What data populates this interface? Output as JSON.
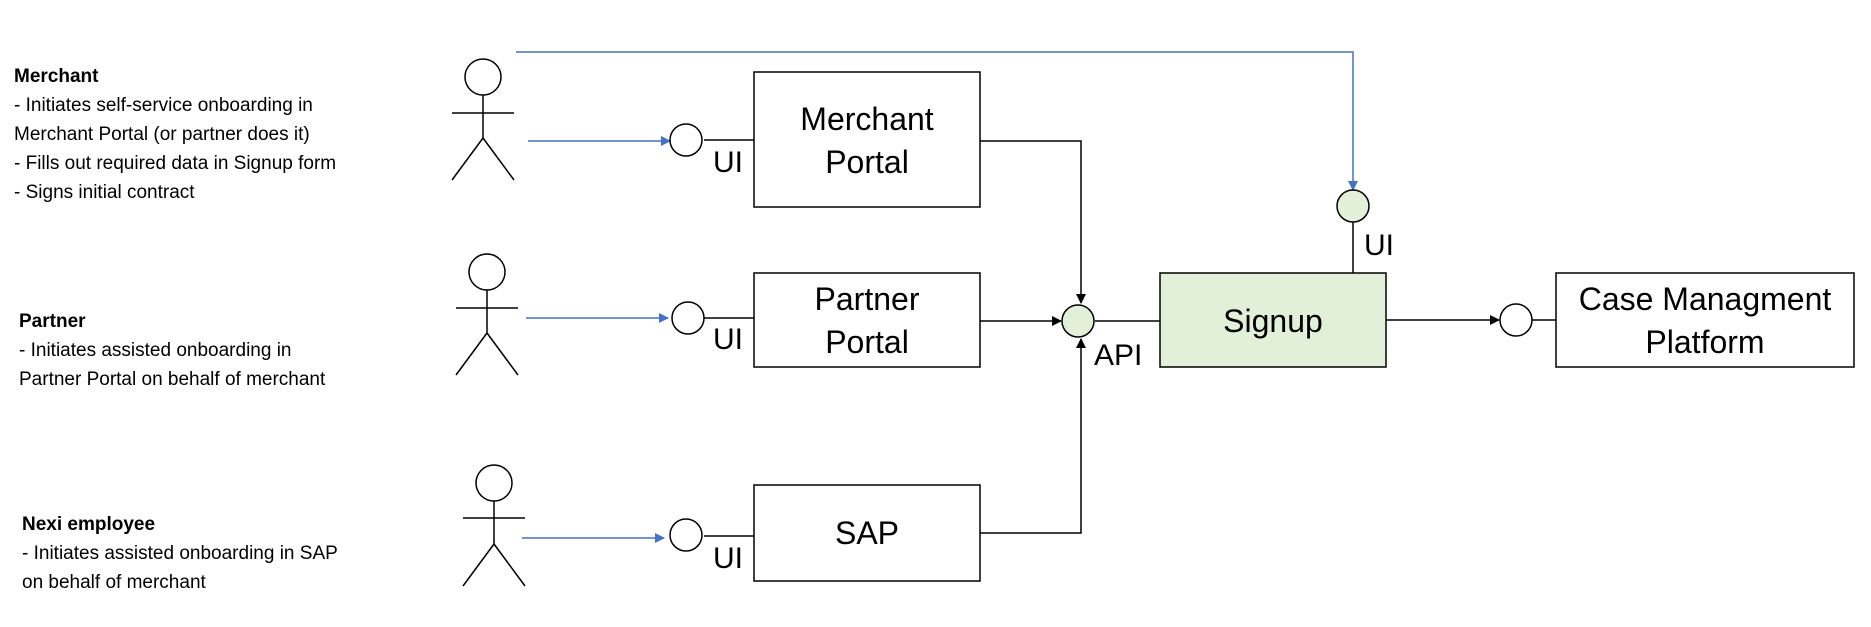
{
  "actors": [
    {
      "name": "Merchant",
      "lines": [
        "- Initiates self-service onboarding in",
        "Merchant Portal (or partner does it)",
        "- Fills out required data in Signup form",
        "- Signs initial contract"
      ]
    },
    {
      "name": "Partner",
      "lines": [
        "- Initiates assisted onboarding in",
        "Partner Portal on behalf of merchant"
      ]
    },
    {
      "name": "Nexi employee",
      "lines": [
        "- Initiates assisted onboarding in SAP",
        "on behalf of merchant"
      ]
    }
  ],
  "systems": {
    "merchant_portal": [
      "Merchant",
      "Portal"
    ],
    "partner_portal": [
      "Partner",
      "Portal"
    ],
    "sap": [
      "SAP"
    ],
    "signup": [
      "Signup"
    ],
    "case_management": [
      "Case Managment",
      "Platform"
    ]
  },
  "interfaces": {
    "merchant_portal_ui": "UI",
    "partner_portal_ui": "UI",
    "sap_ui": "UI",
    "signup_api": "API",
    "signup_ui": "UI"
  },
  "colors": {
    "flow_blue": "#4472c4",
    "signup_fill": "#e2efd9",
    "line": "#000000"
  }
}
